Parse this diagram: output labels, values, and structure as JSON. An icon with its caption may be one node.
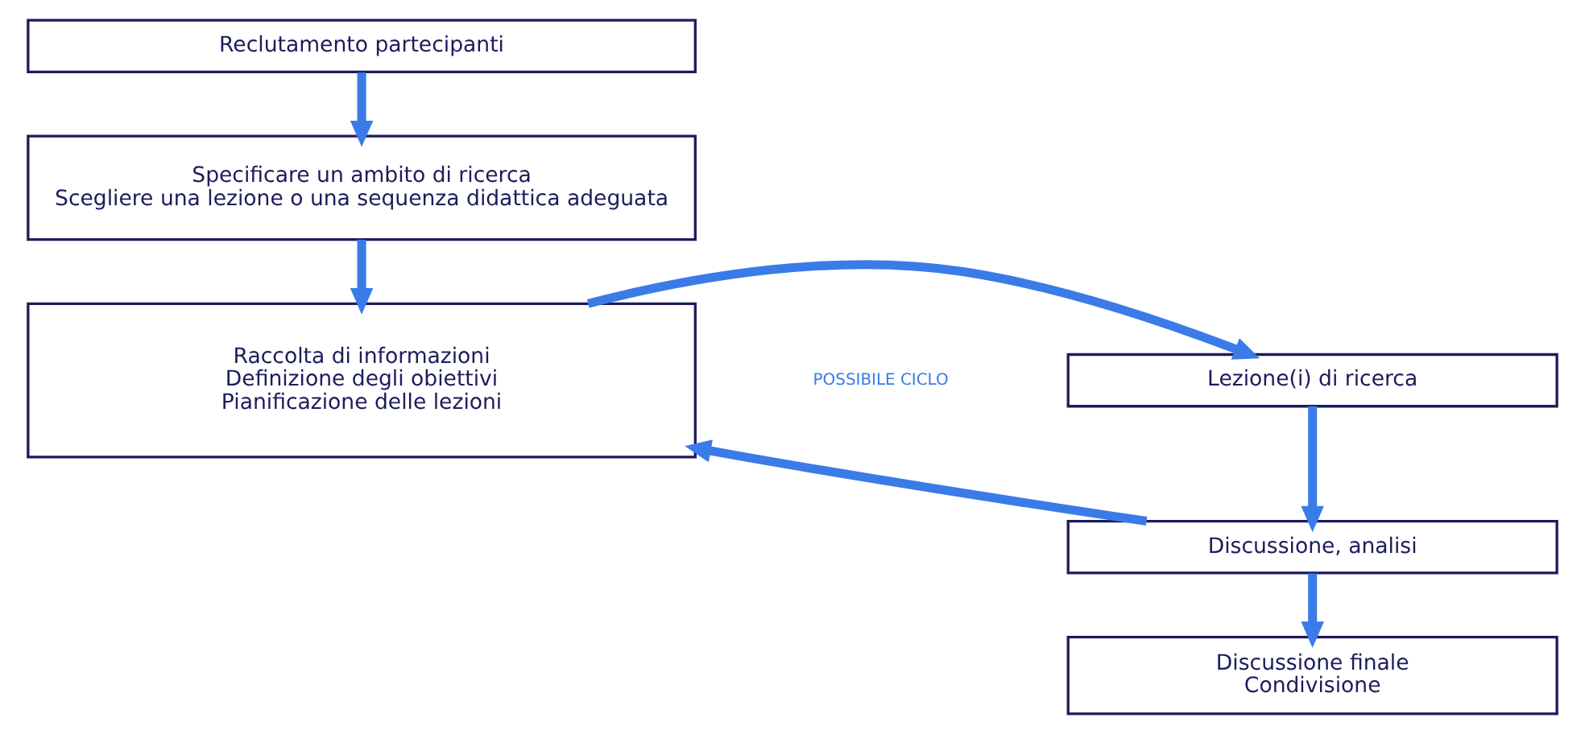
{
  "diagram": {
    "nodes": [
      {
        "text": [
          "Reclutamento partecipanti"
        ]
      },
      {
        "text": [
          "Specificare un ambito di ricerca",
          "Scegliere una lezione o una sequenza didattica adeguata"
        ]
      },
      {
        "text": [
          "Raccolta di informazioni",
          "Definizione degli obiettivi",
          "Pianificazione delle lezioni"
        ]
      },
      {
        "text": [
          "Lezione(i) di ricerca"
        ]
      },
      {
        "text": [
          "Discussione, analisi"
        ]
      },
      {
        "text": [
          "Discussione finale",
          "Condivisione"
        ]
      }
    ],
    "edges": [
      {
        "from": 0,
        "to": 1,
        "arrow": "to"
      },
      {
        "from": 1,
        "to": 2,
        "arrow": "to"
      },
      {
        "from": 2,
        "to": 3,
        "arrow": "to"
      },
      {
        "from": 3,
        "to": 4,
        "arrow": "to"
      },
      {
        "from": 4,
        "to": 2,
        "arrow": "to"
      },
      {
        "from": 4,
        "to": 5,
        "arrow": "to"
      }
    ],
    "labels": [
      "POSSIBILE CICLO"
    ]
  }
}
